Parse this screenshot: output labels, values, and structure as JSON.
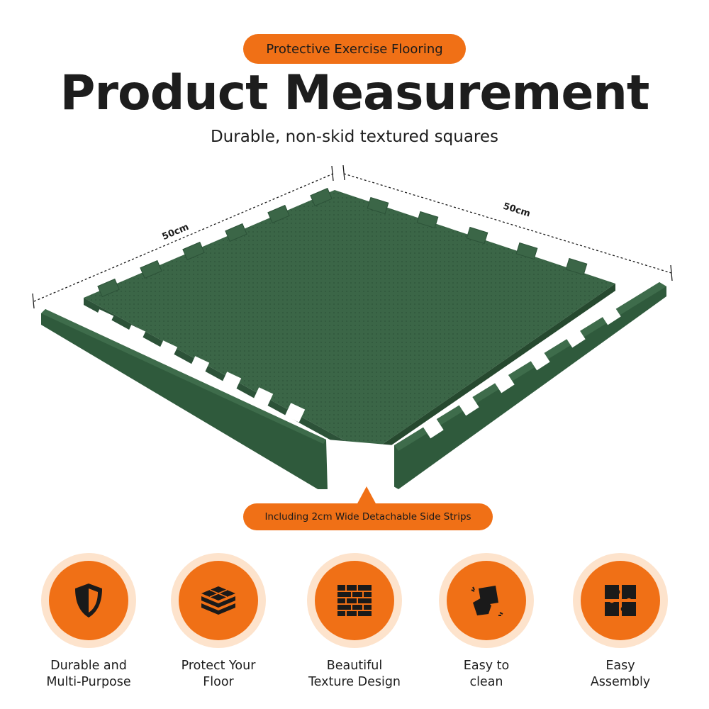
{
  "header": {
    "tag": "Protective Exercise Flooring",
    "title": "Product Measurement",
    "subtitle": "Durable, non-skid textured squares"
  },
  "mat": {
    "left_dimension": "50cm",
    "right_dimension": "50cm",
    "color": "#3b6647",
    "strip_note": "Including 2cm Wide Detachable Side Strips"
  },
  "colors": {
    "accent": "#f07016",
    "accent_light": "#fde3cc",
    "text": "#1d1d1d"
  },
  "features": [
    {
      "icon": "shield-icon",
      "line1": "Durable and",
      "line2": "Multi-Purpose"
    },
    {
      "icon": "stacked-tiles-icon",
      "line1": "Protect Your",
      "line2": "Floor"
    },
    {
      "icon": "brick-wall-icon",
      "line1": "Beautiful",
      "line2": "Texture Design"
    },
    {
      "icon": "cleaning-hand-icon",
      "line1": "Easy to",
      "line2": "clean"
    },
    {
      "icon": "puzzle-icon",
      "line1": "Easy",
      "line2": "Assembly"
    }
  ]
}
